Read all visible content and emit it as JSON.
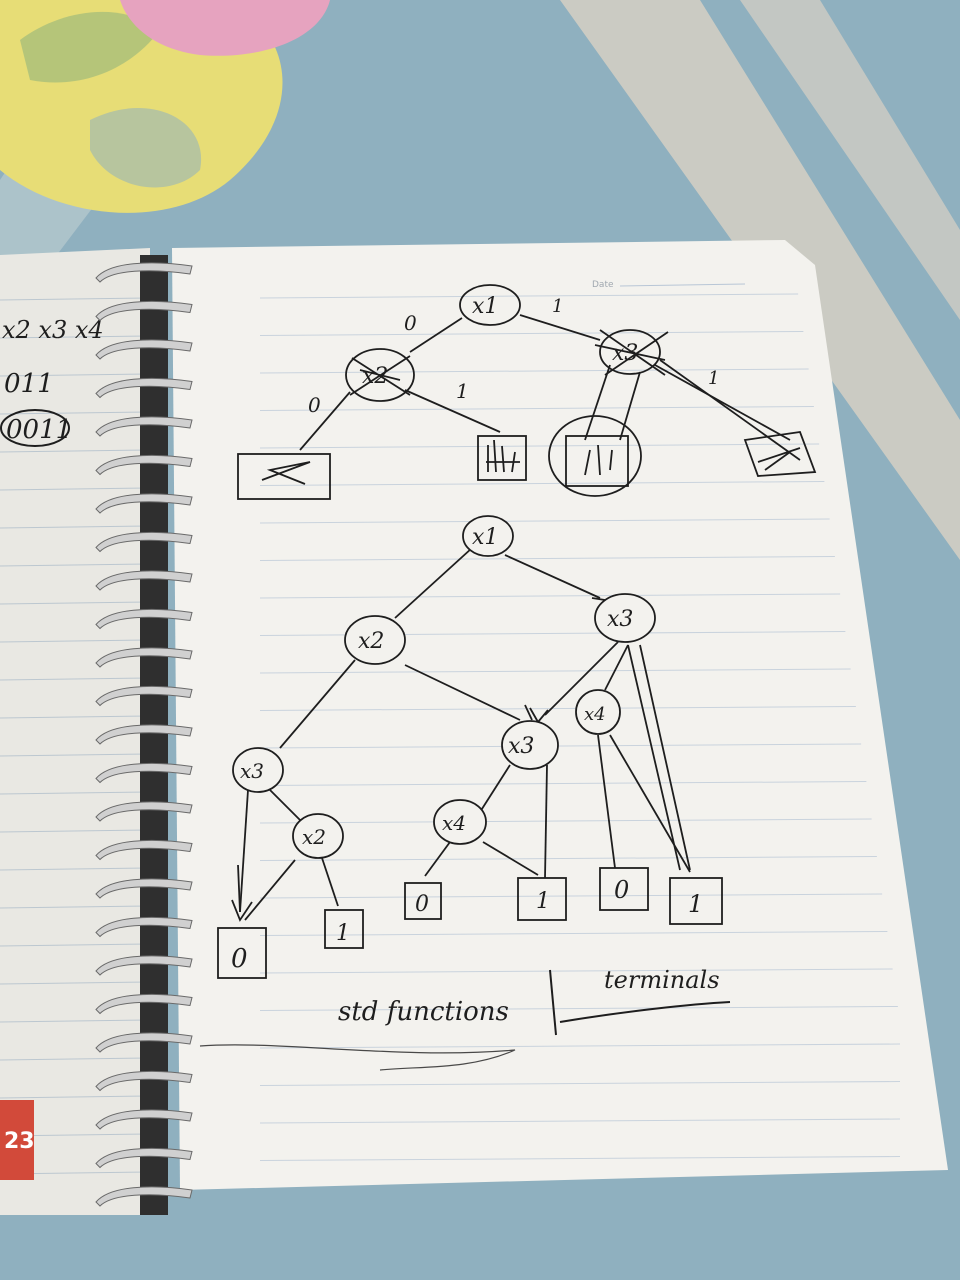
{
  "colors": {
    "bed_blue": "#8fb0bf",
    "bed_stripe": "#d9d2c4",
    "yellow_leaf": "#e7dd76",
    "pink_petal": "#e6a3bf",
    "paper": "#f3f2ee",
    "ink": "#1e1e1e",
    "ring": "#c9c9c9"
  },
  "left_page": {
    "line1": "x2 x3 x4",
    "line2": "011",
    "line3": "0011",
    "corner_badge": "23"
  },
  "right_page": {
    "date_label": "Date"
  },
  "top_tree": {
    "root": "x1",
    "left_node": "x2",
    "right_node": "x3",
    "edge_labels": [
      "0",
      "1",
      "0",
      "1",
      "1"
    ],
    "leaves": [
      "",
      "",
      "",
      ""
    ]
  },
  "bottom_tree": {
    "nodes": [
      "x1",
      "x2",
      "x3",
      "x3",
      "x2",
      "x4",
      "x4",
      "x3"
    ],
    "terminals": [
      "0",
      "1",
      "0",
      "1",
      "0",
      "1"
    ]
  },
  "caption": {
    "left": "std functions",
    "right": "terminals"
  }
}
